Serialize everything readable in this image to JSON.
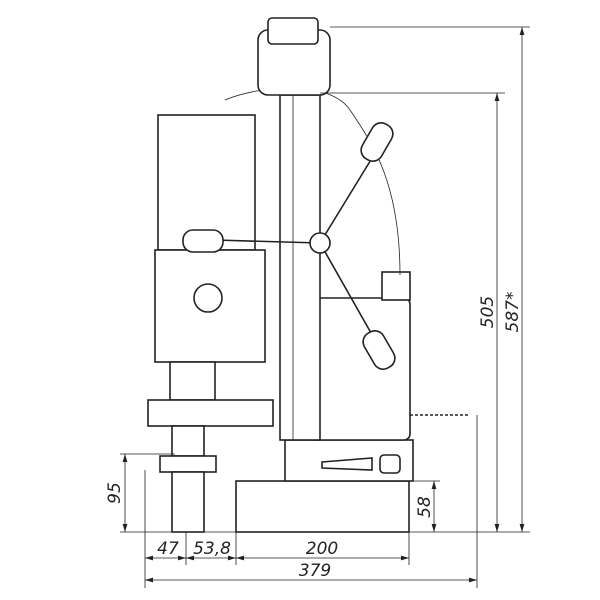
{
  "title": "Magnetic drill press dimensional drawing",
  "dimensions": {
    "overall_height": "587*",
    "column_height": "505",
    "spindle_height": "95",
    "base_height": "58",
    "spindle_offset": "47",
    "spindle_to_base": "53,8",
    "base_length": "200",
    "overall_length": "379"
  }
}
